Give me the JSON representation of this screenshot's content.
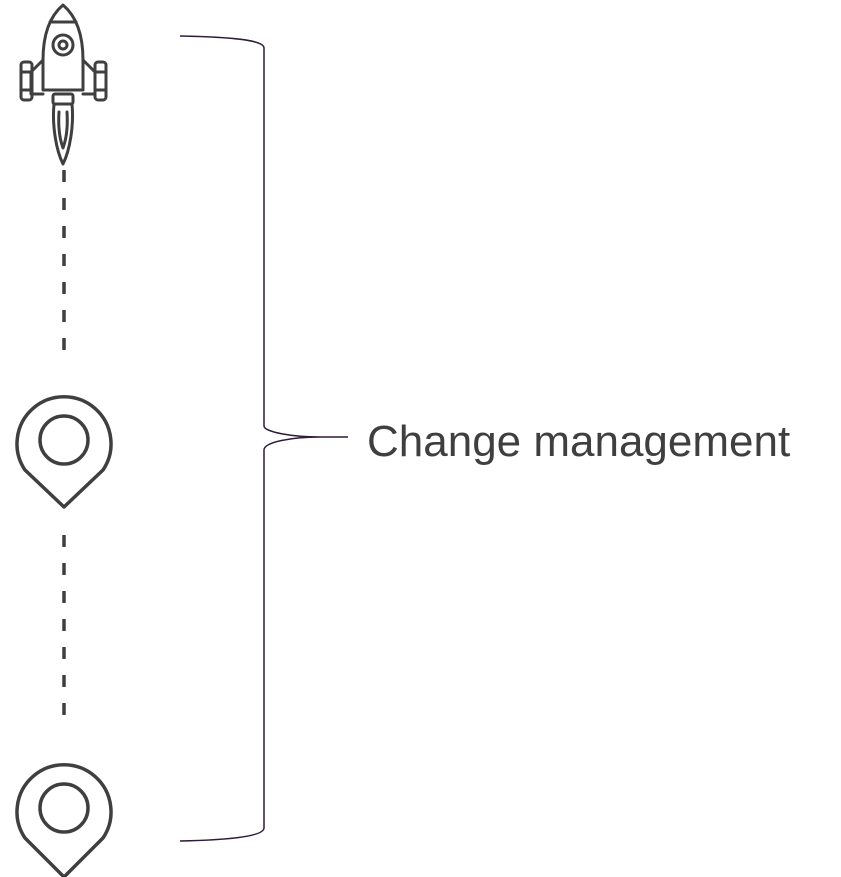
{
  "diagram": {
    "bracket_label": "Change management",
    "icons": [
      {
        "name": "rocket-icon",
        "role": "start"
      },
      {
        "name": "location-pin-icon",
        "role": "milestone"
      },
      {
        "name": "location-pin-icon",
        "role": "milestone"
      }
    ],
    "colors": {
      "icon_stroke": "#3f3f3f",
      "bracket_stroke": "#2e1a3a",
      "label_text": "#3f3f3f"
    }
  }
}
